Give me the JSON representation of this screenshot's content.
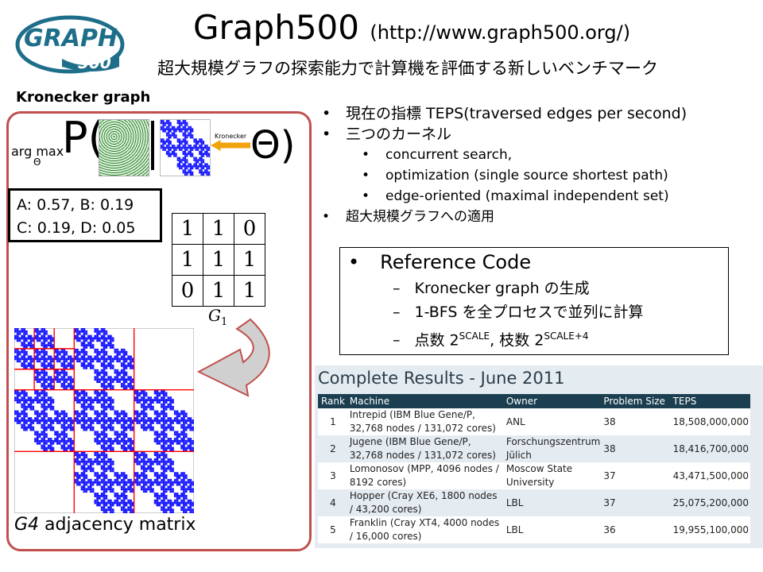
{
  "logo": {
    "line1": "GRAPH",
    "line2": "500"
  },
  "title": {
    "main": "Graph500",
    "url": "(http://www.graph500.org/)"
  },
  "subtitle": "超大規模グラフの探索能力で計算機を評価する新しいベンチマーク",
  "kronecker": {
    "label": "Kronecker graph",
    "argmax": "arg max",
    "theta_sub": "Θ",
    "p": "P(",
    "theta": "Θ)",
    "arrow_label": "Kronecker",
    "params": [
      "A: 0.57,  B: 0.19",
      "C: 0.19, D: 0.05"
    ],
    "g1_matrix": [
      [
        "1",
        "1",
        "0"
      ],
      [
        "1",
        "1",
        "1"
      ],
      [
        "0",
        "1",
        "1"
      ]
    ],
    "g1_label": "G1",
    "g4_label_italic": "G4",
    "g4_label": " adjacency matrix"
  },
  "bullets": [
    {
      "text": "現在の指標 TEPS(traversed edges per second)",
      "level": 0
    },
    {
      "text": "三つのカーネル",
      "level": 0
    },
    {
      "text": "concurrent search,",
      "level": 1
    },
    {
      "text": "optimization  (single source shortest path)",
      "level": 1
    },
    {
      "text": "edge-oriented  (maximal independent set)",
      "level": 1
    },
    {
      "text": "超大規模グラフへの適用",
      "level": 0
    }
  ],
  "reference": {
    "heading": "Reference Code",
    "items": [
      "Kronecker graph の生成",
      "1-BFS を全プロセスで並列に計算"
    ],
    "last": {
      "a": "点数 2",
      "a_sup": "SCALE",
      "b": ", 枝数 2",
      "b_sup": "SCALE+4"
    }
  },
  "results": {
    "title": "Complete Results - June 2011",
    "headers": [
      "Rank",
      "Machine",
      "Owner",
      "Problem Size",
      "TEPS"
    ],
    "rows": [
      [
        "1",
        "Intrepid (IBM Blue Gene/P, 32,768 nodes / 131,072 cores)",
        "ANL",
        "38",
        "18,508,000,000"
      ],
      [
        "2",
        "Jugene (IBM Blue Gene/P, 32,768 nodes / 131,072 cores)",
        "Forschungszentrum Jülich",
        "38",
        "18,416,700,000"
      ],
      [
        "3",
        "Lomonosov (MPP, 4096 nodes / 8192 cores)",
        "Moscow State University",
        "37",
        "43,471,500,000"
      ],
      [
        "4",
        "Hopper (Cray XE6, 1800 nodes / 43,200 cores)",
        "LBL",
        "37",
        "25,075,200,000"
      ],
      [
        "5",
        "Franklin (Cray XT4, 4000 nodes / 16,000 cores)",
        "LBL",
        "36",
        "19,955,100,000"
      ]
    ]
  },
  "colors": {
    "accent": "#c0504d",
    "blue": "#1a1aff",
    "header": "#1b3f50"
  }
}
